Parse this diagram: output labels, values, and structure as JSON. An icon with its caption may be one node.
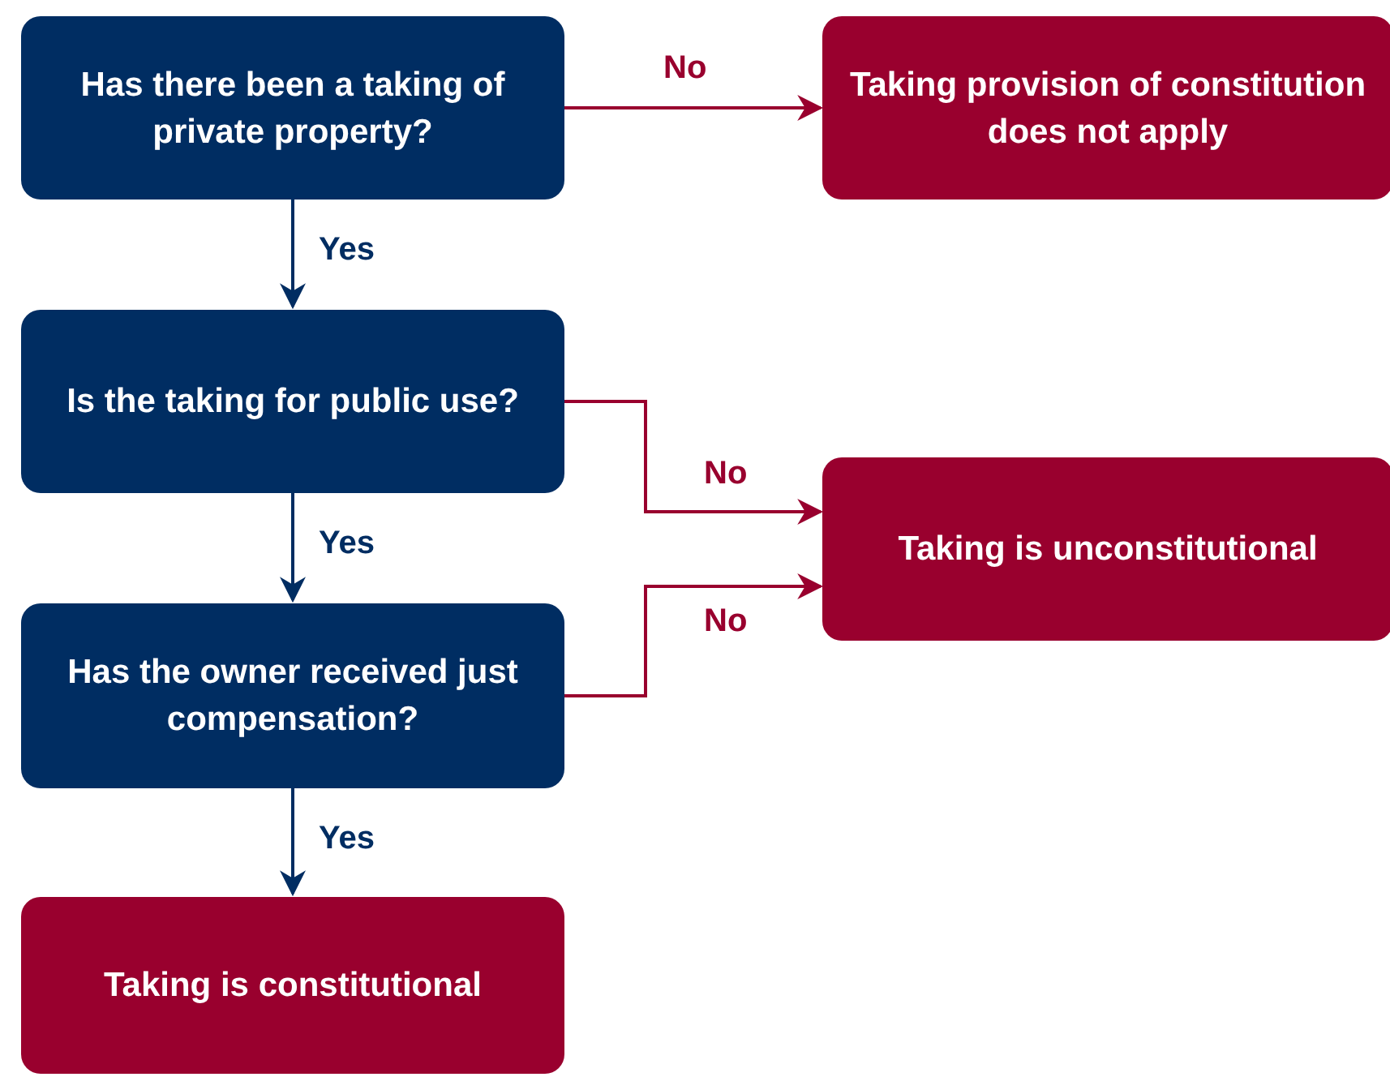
{
  "diagram": {
    "nodes": [
      {
        "text": [
          "Has there been a taking of private property?"
        ]
      },
      {
        "text": [
          "Taking provision of constitution does not apply"
        ]
      },
      {
        "text": [
          "Is the taking for public use?"
        ]
      },
      {
        "text": [
          "Taking is unconstitutional"
        ]
      },
      {
        "text": [
          "Has the owner received just compensation?"
        ]
      },
      {
        "text": [
          "Taking is constitutional"
        ]
      }
    ],
    "edges": [
      {
        "from": 0,
        "to": 1,
        "arrow": "to",
        "label": "No",
        "color": "#99002e"
      },
      {
        "from": 0,
        "to": 2,
        "arrow": "to",
        "label": "Yes",
        "color": "#002d62"
      },
      {
        "from": 2,
        "to": 3,
        "arrow": "to",
        "label": "No",
        "color": "#99002e"
      },
      {
        "from": 2,
        "to": 4,
        "arrow": "to",
        "label": "Yes",
        "color": "#002d62"
      },
      {
        "from": 4,
        "to": 3,
        "arrow": "to",
        "label": "No",
        "color": "#99002e"
      },
      {
        "from": 4,
        "to": 5,
        "arrow": "to",
        "label": "Yes",
        "color": "#002d62"
      }
    ]
  }
}
